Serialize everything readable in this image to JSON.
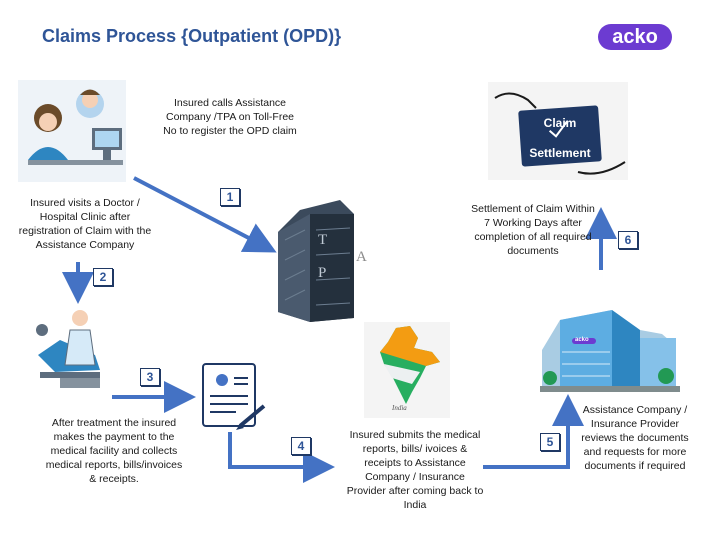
{
  "title": "Claims Process {Outpatient (OPD)}",
  "logo_text": "acko",
  "steps": [
    {
      "number": "1",
      "text": "Insured calls Assistance Company /TPA on Toll-Free No to register the OPD claim"
    },
    {
      "number": "2",
      "text": "Insured visits a Doctor / Hospital Clinic after registration of Claim with the Assistance Company"
    },
    {
      "number": "3",
      "text": "After treatment the insured makes the payment to the medical facility and collects medical reports, bills/invoices & receipts."
    },
    {
      "number": "4",
      "text": "Insured submits the medical reports, bills/ ivoices & receipts to Assistance Company / Insurance Provider after coming back to India"
    },
    {
      "number": "5",
      "text": "Assistance Company / Insurance Provider reviews the documents and requests for more documents if required"
    },
    {
      "number": "6",
      "text": "Settlement of Claim Within 7 Working Days after completion of all required documents"
    }
  ],
  "tpa_letters": [
    "T",
    "P",
    "A"
  ],
  "claim_card": {
    "line1": "Claim",
    "line2": "Settlement"
  },
  "map_label": "India",
  "building_sign": "acko",
  "colors": {
    "arrow": "#4472c4",
    "title": "#2f5597",
    "logo": "#6c3bd1"
  }
}
